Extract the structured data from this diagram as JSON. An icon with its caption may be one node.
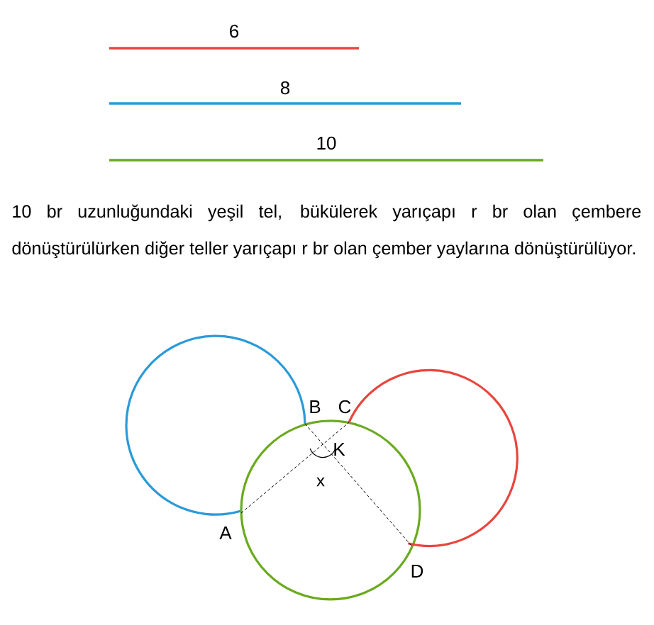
{
  "diagram": {
    "labels": [
      "6",
      "8",
      "10",
      "10 br uzunluğundaki yeşil tel, bükülerek yarıçapı r br olan çembere dönüştürülürken diğer teller yarıçapı r br olan çember yaylarına dönüştürülüyor.",
      "B",
      "C",
      "K",
      "x",
      "A",
      "D"
    ]
  }
}
